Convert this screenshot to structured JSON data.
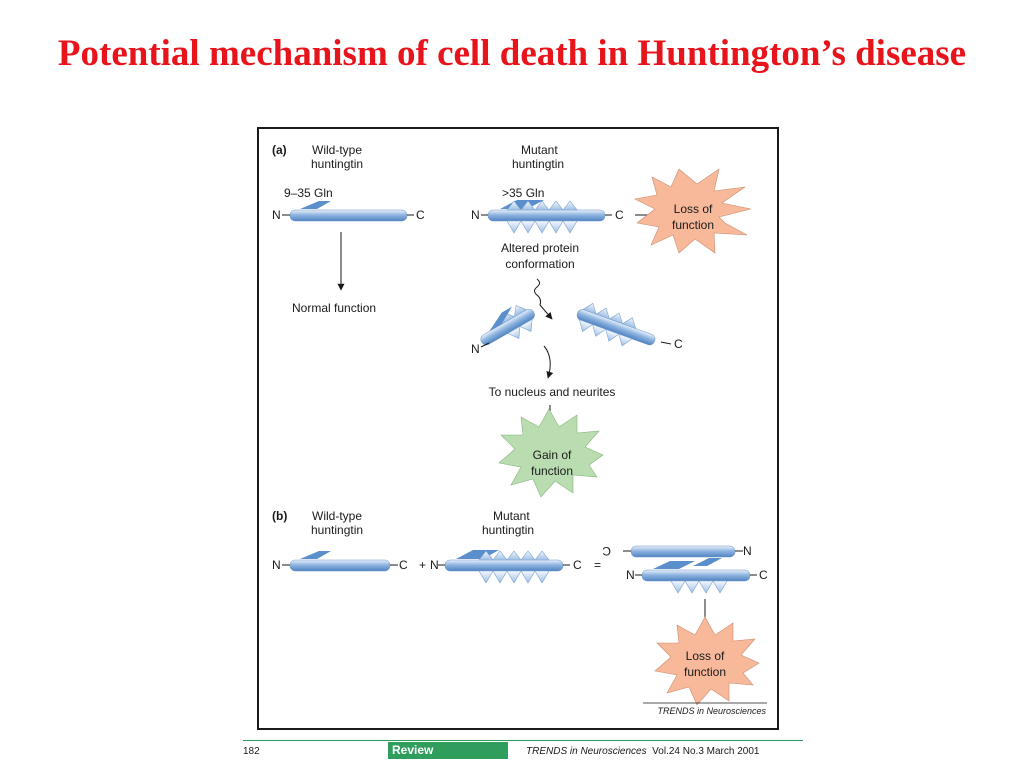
{
  "slide": {
    "title": "Potential mechanism of cell death in Huntington’s disease"
  },
  "colors": {
    "title": "#e8141b",
    "protein": "#7aa8d8",
    "loss": "#f7b99a",
    "gain": "#b9ddb0",
    "review_bar": "#2f9e5c"
  },
  "panel_a": {
    "tag": "(a)",
    "wildtype_label": [
      "Wild-type",
      "huntingtin"
    ],
    "mutant_label": [
      "Mutant",
      "huntingtin"
    ],
    "wt_gln": "9–35 Gln",
    "mut_gln": ">35 Gln",
    "n": "N",
    "c": "C",
    "loss_of_function": [
      "Loss of",
      "function"
    ],
    "altered": [
      "Altered protein",
      "conformation"
    ],
    "normal_function": "Normal function",
    "to_nucleus": "To nucleus and neurites",
    "gain_of_function": [
      "Gain of",
      "function"
    ]
  },
  "panel_b": {
    "tag": "(b)",
    "wildtype_label": [
      "Wild-type",
      "huntingtin"
    ],
    "mutant_label": [
      "Mutant",
      "huntingtin"
    ],
    "n": "N",
    "c": "C",
    "plus": "+",
    "equals": "=",
    "c_flipped": "C",
    "loss_of_function": [
      "Loss of",
      "function"
    ]
  },
  "credit": "TRENDS in Neurosciences",
  "footer": {
    "page": "182",
    "section": "Review",
    "journal": "TRENDS in Neurosciences",
    "issue": "Vol.24 No.3  March 2001"
  }
}
